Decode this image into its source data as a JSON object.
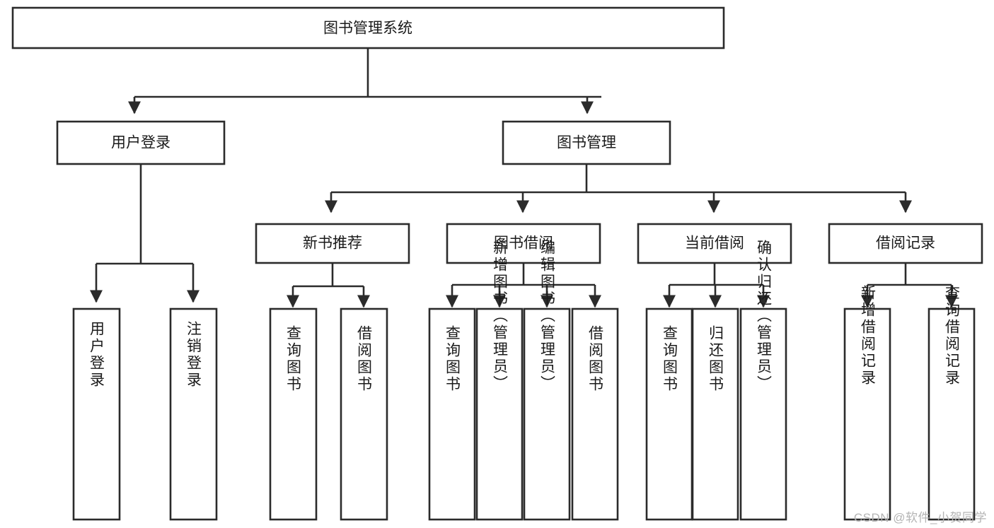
{
  "diagram": {
    "title": "图书管理系统",
    "type": "tree",
    "watermark": "CSDN @软件_小贺同学",
    "colors": {
      "stroke": "#2b2b2b",
      "fill": "#ffffff",
      "text": "#1a1a1a",
      "watermark": "#b4b4b4"
    },
    "root": {
      "id": "root",
      "label": "图书管理系统"
    },
    "level2": [
      {
        "id": "user-login",
        "label": "用户登录"
      },
      {
        "id": "book-manage",
        "label": "图书管理"
      }
    ],
    "level3": [
      {
        "id": "new-book-recommend",
        "label": "新书推荐",
        "parent": "book-manage"
      },
      {
        "id": "book-borrow",
        "label": "图书借阅",
        "parent": "book-manage"
      },
      {
        "id": "current-borrow",
        "label": "当前借阅",
        "parent": "book-manage"
      },
      {
        "id": "borrow-record",
        "label": "借阅记录",
        "parent": "book-manage"
      }
    ],
    "leaves": [
      {
        "id": "leaf-user-login",
        "label": "用户登录",
        "parent": "user-login"
      },
      {
        "id": "leaf-user-logout",
        "label": "注销登录",
        "parent": "user-login"
      },
      {
        "id": "leaf-query-book-1",
        "label": "查询图书",
        "parent": "new-book-recommend"
      },
      {
        "id": "leaf-borrow-book-1",
        "label": "借阅图书",
        "parent": "new-book-recommend"
      },
      {
        "id": "leaf-query-book-2",
        "label": "查询图书",
        "parent": "book-borrow"
      },
      {
        "id": "leaf-add-book",
        "label": "新增图书（管理员）",
        "parent": "book-borrow"
      },
      {
        "id": "leaf-edit-book",
        "label": "编辑图书（管理员）",
        "parent": "book-borrow"
      },
      {
        "id": "leaf-borrow-book-2",
        "label": "借阅图书",
        "parent": "book-borrow"
      },
      {
        "id": "leaf-query-book-3",
        "label": "查询图书",
        "parent": "current-borrow"
      },
      {
        "id": "leaf-return-book",
        "label": "归还图书",
        "parent": "current-borrow"
      },
      {
        "id": "leaf-confirm-return",
        "label": "确认归还（管理员）",
        "parent": "current-borrow"
      },
      {
        "id": "leaf-add-record",
        "label": "新增借阅记录",
        "parent": "borrow-record"
      },
      {
        "id": "leaf-query-record",
        "label": "查询借阅记录",
        "parent": "borrow-record"
      }
    ]
  }
}
